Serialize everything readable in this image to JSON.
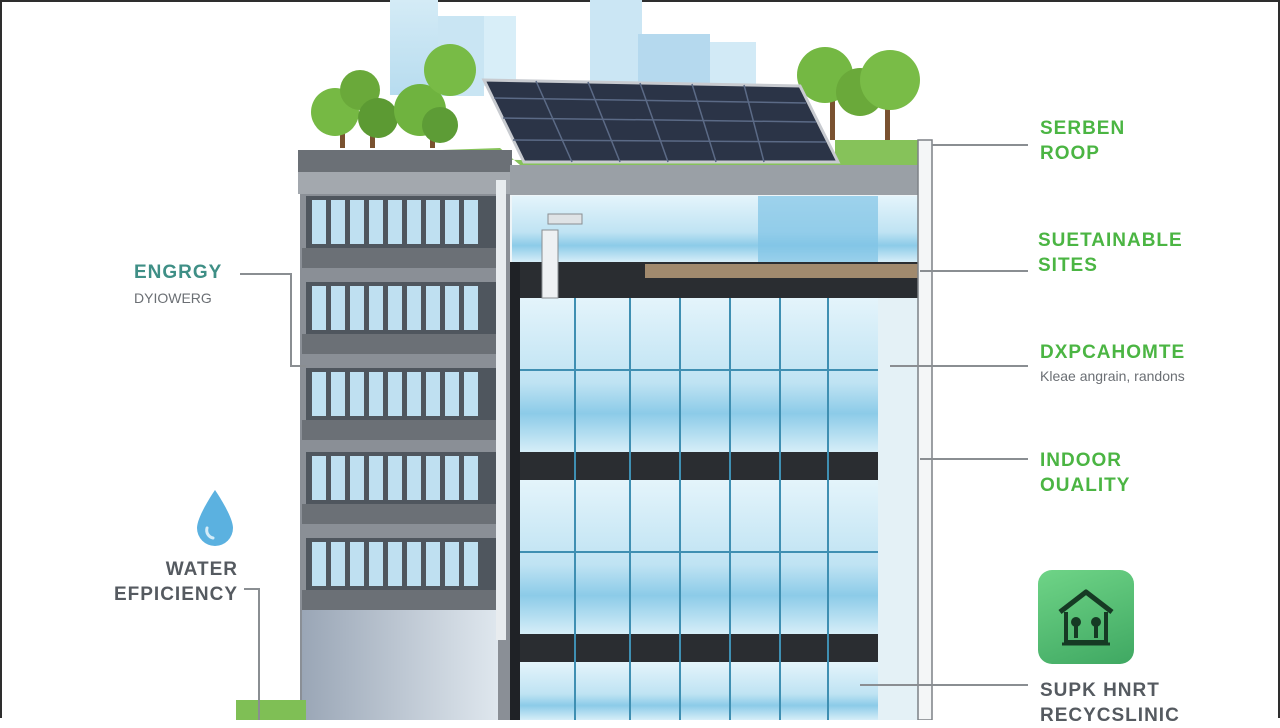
{
  "labels": {
    "green_roof": {
      "line1": "SERBEN",
      "line2": "ROOP"
    },
    "sustainable": {
      "line1": "SUETAINABLE",
      "line2": "SITES"
    },
    "daylight": {
      "line1": "DXPCAHOMTE",
      "sub": "Kleae angrain, randons"
    },
    "indoor": {
      "line1": "INDOOR",
      "line2": "OUALITY"
    },
    "recycling": {
      "line1": "SUPK HNRT",
      "line2": "RECYCSLINIC"
    },
    "energy": {
      "line1": "ENGRGY",
      "sub": "DYIOWERG"
    },
    "water": {
      "line1": "WATER",
      "line2": "EFPICIENCY"
    }
  },
  "icons": [
    "water-drop-icon",
    "recycling-house-icon",
    "solar-panel-icon",
    "tree-icon"
  ],
  "colors": {
    "label_green": "#4bb543",
    "label_teal": "#3f8f86",
    "label_gray": "#555a60",
    "glass": "#bfe3f3",
    "facade_gray": "#6f747b",
    "solar_panel": "#2b3447",
    "tree": "#6cae3e"
  }
}
